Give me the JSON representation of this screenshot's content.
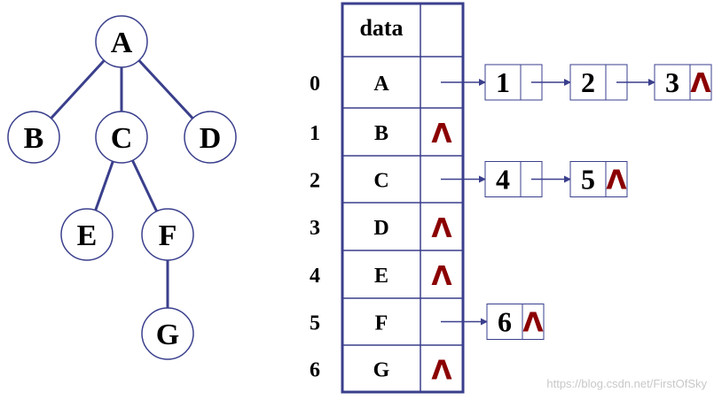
{
  "colors": {
    "line": "#3a3f8c",
    "node_fill": "#ffffff",
    "null_symbol": "#8b0000",
    "watermark": "#c8c8c8"
  },
  "tree": {
    "nodes": [
      "A",
      "B",
      "C",
      "D",
      "E",
      "F",
      "G"
    ],
    "edges": [
      [
        "A",
        "B"
      ],
      [
        "A",
        "C"
      ],
      [
        "A",
        "D"
      ],
      [
        "C",
        "E"
      ],
      [
        "C",
        "F"
      ],
      [
        "F",
        "G"
      ]
    ]
  },
  "table": {
    "header": "data",
    "rows": [
      {
        "index": "0",
        "data": "A",
        "children": [
          "1",
          "2",
          "3"
        ]
      },
      {
        "index": "1",
        "data": "B",
        "children": []
      },
      {
        "index": "2",
        "data": "C",
        "children": [
          "4",
          "5"
        ]
      },
      {
        "index": "3",
        "data": "D",
        "children": []
      },
      {
        "index": "4",
        "data": "E",
        "children": []
      },
      {
        "index": "5",
        "data": "F",
        "children": [
          "6"
        ]
      },
      {
        "index": "6",
        "data": "G",
        "children": []
      }
    ]
  },
  "null_symbol": "Λ",
  "watermark": "https://blog.csdn.net/FirstOfSky"
}
